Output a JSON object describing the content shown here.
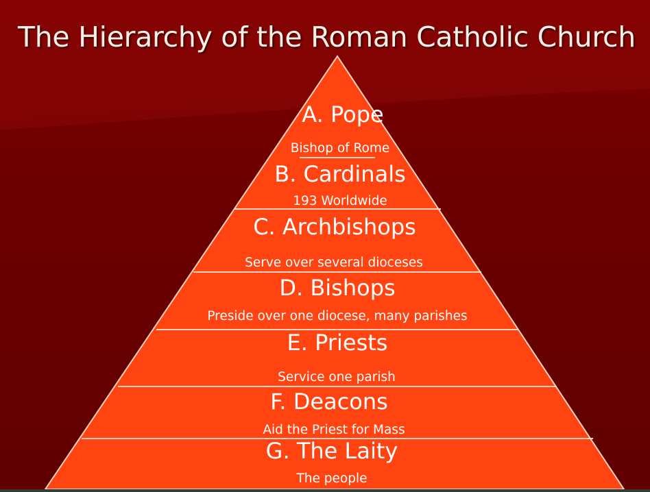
{
  "title": "The Hierarchy of the Roman Catholic Church",
  "colors": {
    "background": "#6c0000",
    "pyramid_fill": "#ff4411",
    "divider": "#ffd2c2",
    "text": "#ffffff",
    "title_text": "#f4efe6"
  },
  "levels": [
    {
      "label": "A. Pope",
      "description": "Bishop of Rome"
    },
    {
      "label": "B. Cardinals",
      "description": "193 Worldwide"
    },
    {
      "label": "C. Archbishops",
      "description": "Serve over several dioceses"
    },
    {
      "label": "D. Bishops",
      "description": "Preside over one diocese, many parishes"
    },
    {
      "label": "E. Priests",
      "description": "Service one parish"
    },
    {
      "label": "F. Deacons",
      "description": "Aid the Priest for Mass"
    },
    {
      "label": "G. The Laity",
      "description": "The people"
    }
  ]
}
